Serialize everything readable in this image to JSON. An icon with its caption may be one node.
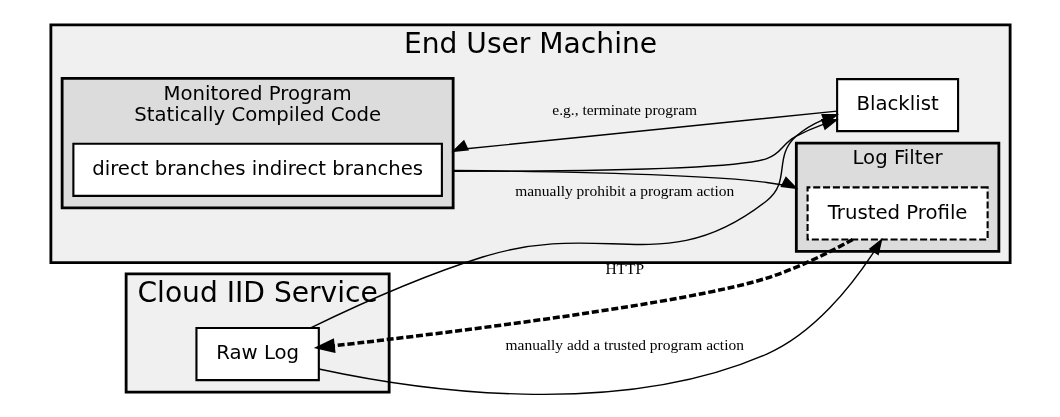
{
  "diagram": {
    "nodes": [
      {
        "text": [
          "End User Machine"
        ]
      },
      {
        "text": [
          "Monitored Program",
          "Statically Compiled Code"
        ],
        "in": 0
      },
      {
        "text": [
          "direct branches indirect branches"
        ],
        "in": 1
      },
      {
        "text": [
          "Log Filter"
        ],
        "in": 0
      },
      {
        "text": [
          "Trusted Profile"
        ],
        "in": 3
      },
      {
        "text": [
          "Blacklist"
        ],
        "in": 0
      },
      {
        "text": [
          "Cloud IID Service"
        ]
      },
      {
        "text": [
          "Raw Log"
        ],
        "in": 6
      }
    ],
    "edges": [
      {
        "from": 1,
        "to": 3,
        "arrow": "to"
      },
      {
        "from": 1,
        "to": 5,
        "arrow": "to"
      },
      {
        "from": 5,
        "to": 1,
        "arrow": "to",
        "label": "e.g., terminate program"
      },
      {
        "from": 4,
        "to": 7,
        "arrow": "to",
        "label": "HTTP",
        "style": "dashed"
      },
      {
        "from": 7,
        "to": 4,
        "arrow": "to",
        "label": "manually add a trusted program action"
      },
      {
        "from": 7,
        "to": 5,
        "arrow": "to",
        "label": "manually prohibit a program action"
      }
    ]
  }
}
